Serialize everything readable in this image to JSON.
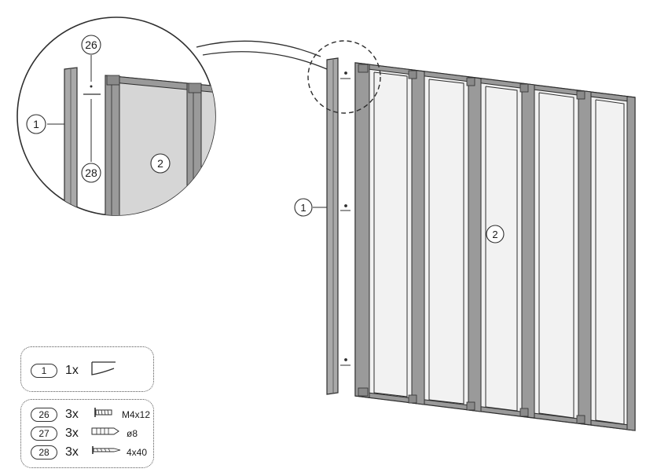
{
  "callouts": {
    "detail_screw_top": "26",
    "detail_screw_bottom": "28",
    "detail_profile": "1",
    "detail_panel": "2",
    "main_profile": "1",
    "main_panel": "2"
  },
  "parts_profile": {
    "items": [
      {
        "ref": "1",
        "qty": "1x",
        "icon": "wall-profile-icon",
        "size": ""
      }
    ]
  },
  "parts_hardware": {
    "items": [
      {
        "ref": "26",
        "qty": "3x",
        "icon": "screw-icon",
        "size": "M4x12"
      },
      {
        "ref": "27",
        "qty": "3x",
        "icon": "wall-plug-icon",
        "size": "ø8"
      },
      {
        "ref": "28",
        "qty": "3x",
        "icon": "wood-screw-icon",
        "size": "4x40"
      }
    ]
  },
  "colors": {
    "line": "#2e2e2e",
    "profile_fill": "#a9a9a9",
    "frame_fill": "#9a9a9a",
    "glass_fill": "#f2f2f2",
    "detail_glass": "#d6d6d6"
  }
}
